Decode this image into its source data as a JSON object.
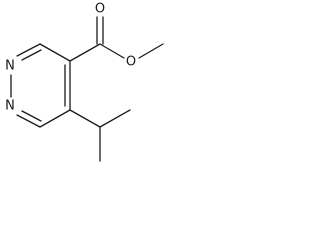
{
  "structure": {
    "bond_color": "#1a1a1a",
    "background": "#ffffff",
    "atoms": [
      {
        "id": "n1",
        "symbol": "N"
      },
      {
        "id": "n2",
        "symbol": "N"
      },
      {
        "id": "o-carbonyl",
        "symbol": "O"
      },
      {
        "id": "o-ester",
        "symbol": "O"
      }
    ]
  }
}
